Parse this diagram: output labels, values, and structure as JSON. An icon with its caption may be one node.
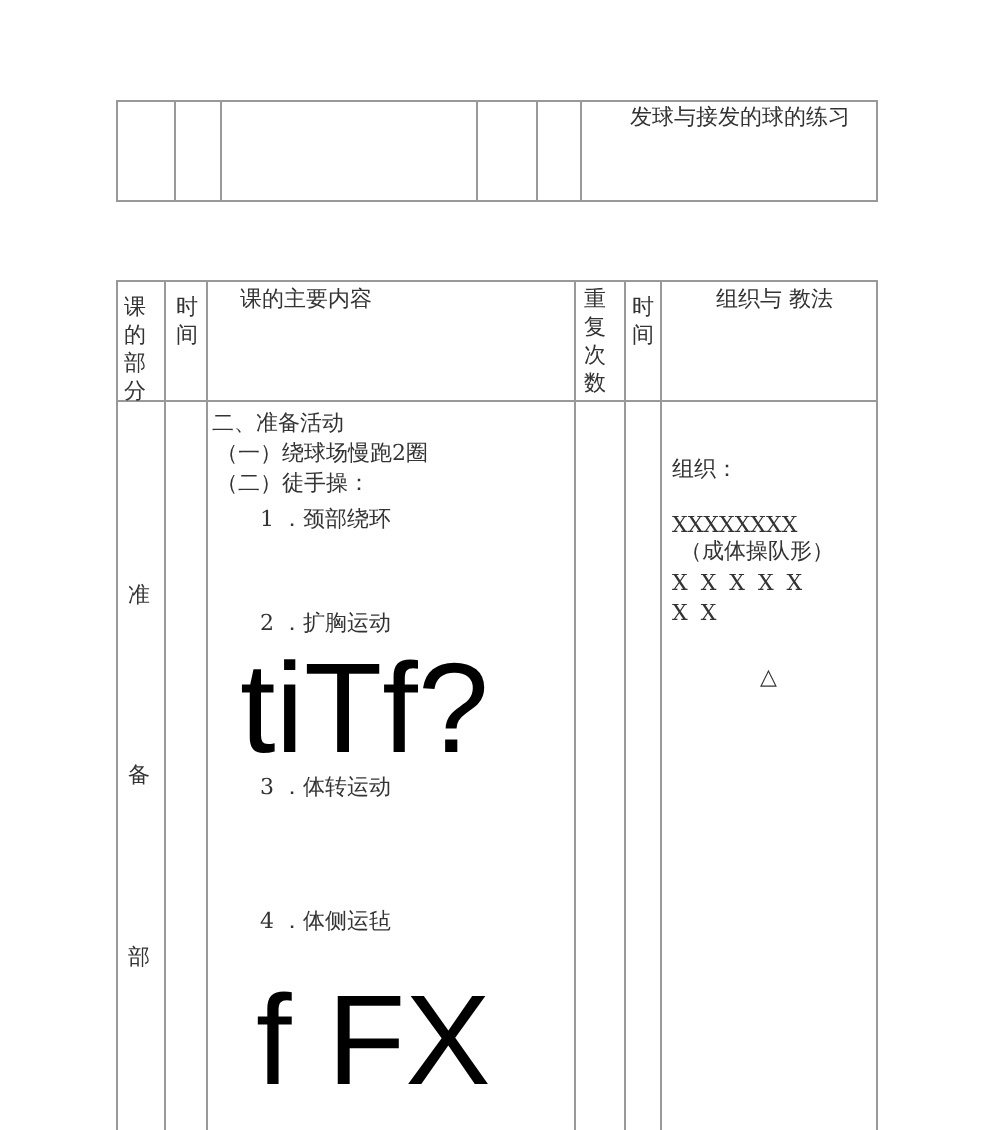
{
  "diagram": {
    "labels": [
      "发球与接发的球的练习",
      "课的部分",
      "时间",
      "课的主要内容",
      "重复次数",
      "时间",
      "组织与 教法",
      "准",
      "备",
      "部",
      "二、准备活动",
      "（一）绕球场慢跑2圈",
      "（二）徒手操：",
      "1 ．颈部绕环",
      "2 ．扩胸运动",
      "tiTf?",
      "3 ．体转运动",
      "4 ．体侧运毡",
      "f FX",
      "组织：",
      "XXXXXXXX",
      "（成体操队形）",
      "X X X X X",
      "X X",
      "△"
    ]
  }
}
